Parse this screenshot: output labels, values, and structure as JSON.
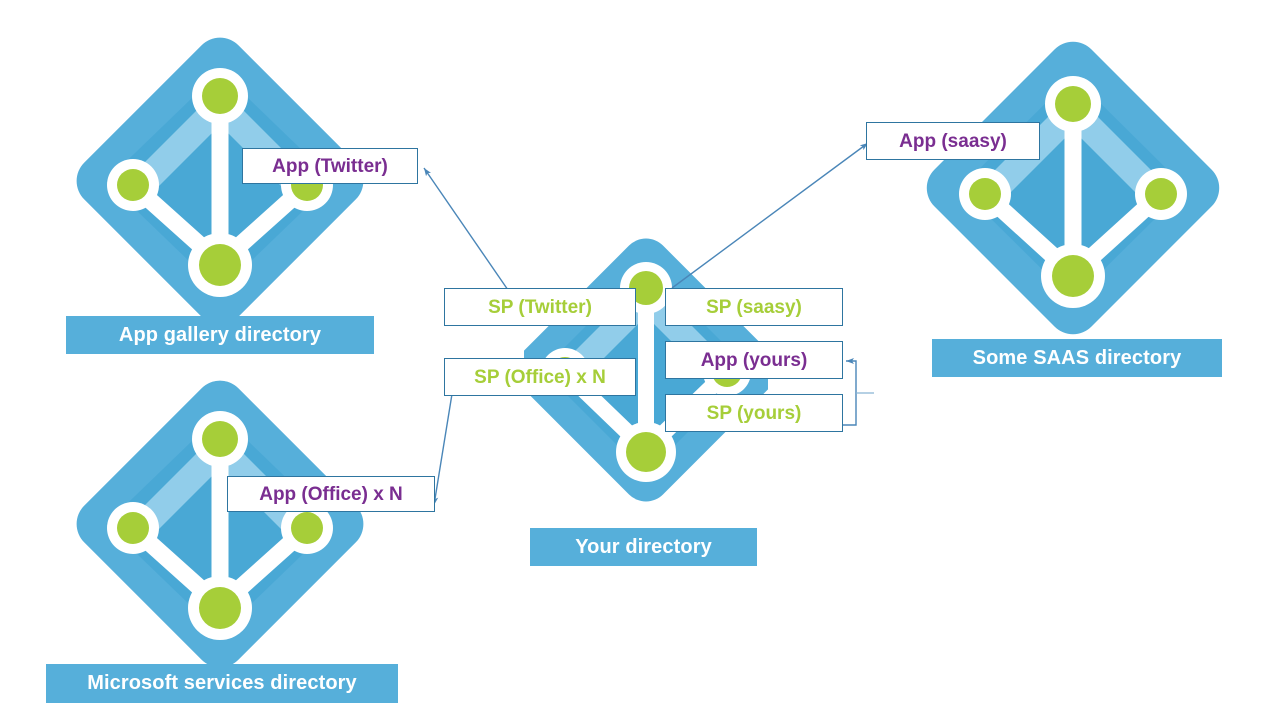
{
  "colors": {
    "icon_blue": "#56AFDA",
    "icon_blue_dark": "#3FA3D1",
    "icon_blue_light": "#9ED3EC",
    "node_green": "#A6CE39",
    "bar_blue": "#56AFDA",
    "box_border": "#2E75A0",
    "app_text": "#7A2E91",
    "sp_text": "#A6CE39",
    "arrow": "#4A86B8",
    "white": "#FFFFFF"
  },
  "directories": [
    {
      "id": "app-gallery",
      "caption": "App gallery directory",
      "icon_name": "azure-ad-directory-icon"
    },
    {
      "id": "microsoft-services",
      "caption": "Microsoft services directory",
      "icon_name": "azure-ad-directory-icon"
    },
    {
      "id": "your-directory",
      "caption": "Your directory",
      "icon_name": "azure-ad-directory-icon"
    },
    {
      "id": "some-saas",
      "caption": "Some SAAS directory",
      "icon_name": "azure-ad-directory-icon"
    }
  ],
  "labels": {
    "app_twitter": "App (Twitter)",
    "app_saasy": "App (saasy)",
    "app_office": "App (Office) x N",
    "app_yours": "App (yours)",
    "sp_twitter": "SP (Twitter)",
    "sp_saasy": "SP (saasy)",
    "sp_office": "SP (Office) x N",
    "sp_yours": "SP (yours)"
  }
}
